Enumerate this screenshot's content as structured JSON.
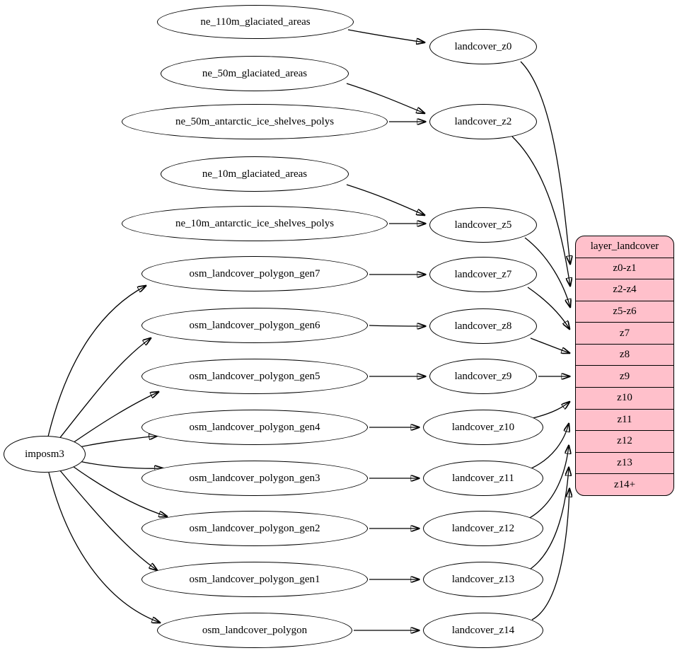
{
  "colors": {
    "table_fill": "#ffc0cb",
    "node_fill": "#ffffff",
    "edge_stroke": "#000000"
  },
  "nodes": {
    "imposm3": "imposm3",
    "ne_110m_glaciated_areas": "ne_110m_glaciated_areas",
    "ne_50m_glaciated_areas": "ne_50m_glaciated_areas",
    "ne_50m_antarctic_ice_shelves_polys": "ne_50m_antarctic_ice_shelves_polys",
    "ne_10m_glaciated_areas": "ne_10m_glaciated_areas",
    "ne_10m_antarctic_ice_shelves_polys": "ne_10m_antarctic_ice_shelves_polys",
    "osm_landcover_polygon_gen7": "osm_landcover_polygon_gen7",
    "osm_landcover_polygon_gen6": "osm_landcover_polygon_gen6",
    "osm_landcover_polygon_gen5": "osm_landcover_polygon_gen5",
    "osm_landcover_polygon_gen4": "osm_landcover_polygon_gen4",
    "osm_landcover_polygon_gen3": "osm_landcover_polygon_gen3",
    "osm_landcover_polygon_gen2": "osm_landcover_polygon_gen2",
    "osm_landcover_polygon_gen1": "osm_landcover_polygon_gen1",
    "osm_landcover_polygon": "osm_landcover_polygon",
    "landcover_z0": "landcover_z0",
    "landcover_z2": "landcover_z2",
    "landcover_z5": "landcover_z5",
    "landcover_z7": "landcover_z7",
    "landcover_z8": "landcover_z8",
    "landcover_z9": "landcover_z9",
    "landcover_z10": "landcover_z10",
    "landcover_z11": "landcover_z11",
    "landcover_z12": "landcover_z12",
    "landcover_z13": "landcover_z13",
    "landcover_z14": "landcover_z14"
  },
  "table": {
    "title": "layer_landcover",
    "rows": [
      "z0-z1",
      "z2-z4",
      "z5-z6",
      "z7",
      "z8",
      "z9",
      "z10",
      "z11",
      "z12",
      "z13",
      "z14+"
    ]
  },
  "edges": [
    {
      "from": "ne_110m_glaciated_areas",
      "to": "landcover_z0"
    },
    {
      "from": "ne_50m_glaciated_areas",
      "to": "landcover_z2"
    },
    {
      "from": "ne_50m_antarctic_ice_shelves_polys",
      "to": "landcover_z2"
    },
    {
      "from": "ne_10m_glaciated_areas",
      "to": "landcover_z5"
    },
    {
      "from": "ne_10m_antarctic_ice_shelves_polys",
      "to": "landcover_z5"
    },
    {
      "from": "imposm3",
      "to": "osm_landcover_polygon_gen7"
    },
    {
      "from": "imposm3",
      "to": "osm_landcover_polygon_gen6"
    },
    {
      "from": "imposm3",
      "to": "osm_landcover_polygon_gen5"
    },
    {
      "from": "imposm3",
      "to": "osm_landcover_polygon_gen4"
    },
    {
      "from": "imposm3",
      "to": "osm_landcover_polygon_gen3"
    },
    {
      "from": "imposm3",
      "to": "osm_landcover_polygon_gen2"
    },
    {
      "from": "imposm3",
      "to": "osm_landcover_polygon_gen1"
    },
    {
      "from": "imposm3",
      "to": "osm_landcover_polygon"
    },
    {
      "from": "osm_landcover_polygon_gen7",
      "to": "landcover_z7"
    },
    {
      "from": "osm_landcover_polygon_gen6",
      "to": "landcover_z8"
    },
    {
      "from": "osm_landcover_polygon_gen5",
      "to": "landcover_z9"
    },
    {
      "from": "osm_landcover_polygon_gen4",
      "to": "landcover_z10"
    },
    {
      "from": "osm_landcover_polygon_gen3",
      "to": "landcover_z11"
    },
    {
      "from": "osm_landcover_polygon_gen2",
      "to": "landcover_z12"
    },
    {
      "from": "osm_landcover_polygon_gen1",
      "to": "landcover_z13"
    },
    {
      "from": "osm_landcover_polygon",
      "to": "landcover_z14"
    },
    {
      "from": "landcover_z0",
      "to": "layer_landcover.z0-z1"
    },
    {
      "from": "landcover_z2",
      "to": "layer_landcover.z2-z4"
    },
    {
      "from": "landcover_z5",
      "to": "layer_landcover.z5-z6"
    },
    {
      "from": "landcover_z7",
      "to": "layer_landcover.z7"
    },
    {
      "from": "landcover_z8",
      "to": "layer_landcover.z8"
    },
    {
      "from": "landcover_z9",
      "to": "layer_landcover.z9"
    },
    {
      "from": "landcover_z10",
      "to": "layer_landcover.z10"
    },
    {
      "from": "landcover_z11",
      "to": "layer_landcover.z11"
    },
    {
      "from": "landcover_z12",
      "to": "layer_landcover.z12"
    },
    {
      "from": "landcover_z13",
      "to": "layer_landcover.z13"
    },
    {
      "from": "landcover_z14",
      "to": "layer_landcover.z14+"
    }
  ]
}
